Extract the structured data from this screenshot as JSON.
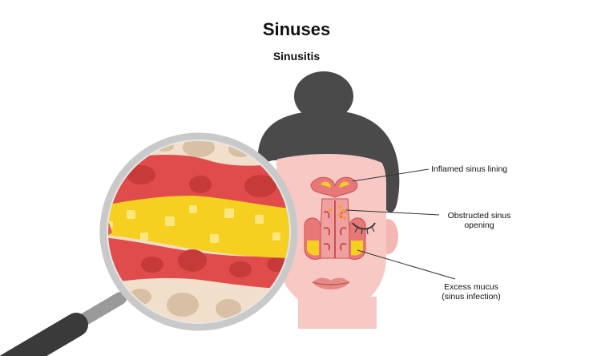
{
  "header": {
    "title": "Sinuses",
    "subtitle": "Sinusitis"
  },
  "callouts": [
    {
      "id": "inflamed",
      "text": "Inflamed sinus lining"
    },
    {
      "id": "obstructed",
      "text": "Obstructed sinus\nopening"
    },
    {
      "id": "mucus",
      "text": "Excess mucus\n(sinus infection)"
    }
  ],
  "colors": {
    "hair": "#4a4a4a",
    "skin": "#f8c8c4",
    "skin_shadow": "#eeb0ac",
    "tissue_red": "#e04b4b",
    "tissue_dark": "#c73a3a",
    "mucus_yellow": "#f6d020",
    "bone": "#f1dfcb",
    "bone_spot": "#d9bfa3",
    "magnifier_rim": "#c9c9c9",
    "handle": "#3a3a3a"
  }
}
